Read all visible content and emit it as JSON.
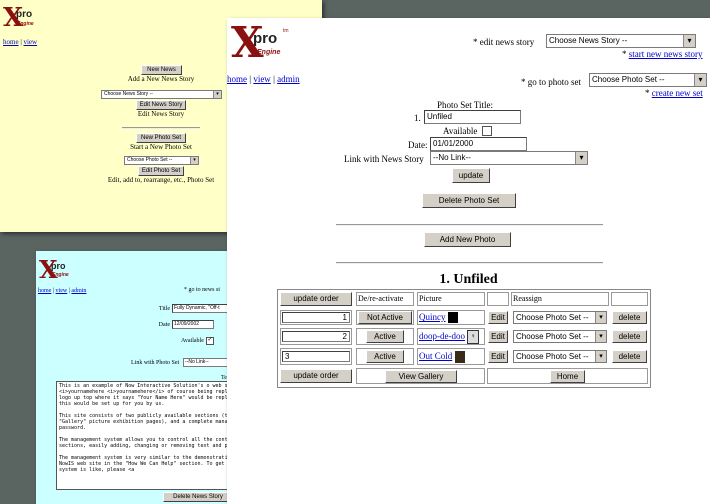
{
  "logo": {
    "x": "X",
    "pro": "pro",
    "tm": "tm",
    "engine": "Engine"
  },
  "win_yellow": {
    "nav": [
      "home",
      "view"
    ],
    "nav_sep": "|",
    "new_news_btn": "New News",
    "add_news_caption": "Add a New News Story",
    "news_select": "Choose News Story --",
    "edit_news_btn": "Edit News Story",
    "edit_news_caption": "Edit News Story",
    "new_photo_btn": "New Photo Set",
    "new_photo_caption": "Start a New Photo Set",
    "photo_select": "Choose Photo Set --",
    "edit_photo_btn": "Edit Photo Set",
    "edit_photo_caption": "Edit, add to, rearrange, etc., Photo Set"
  },
  "win_cyan": {
    "nav": [
      "home",
      "view",
      "admin"
    ],
    "nav_sep": "|",
    "go_news": "* go to news st",
    "title_label": "Title",
    "title_value": "Fully Dynamic, \"Off-t",
    "date_label": "Date",
    "date_value": "12/09/2002",
    "available_label": "Available",
    "link_photo_label": "Link with Photo Set",
    "link_photo_value": "--No Link--",
    "text_label": "Text",
    "body_text": "This is an example of Now Interactive Solution's o web site. The Site would be at www.<i>yournamehere <i>yournamehere</i> of course being replaced with your domain name. The logo up top where it says \"Your Name Here\" would be replaced with your name or logo. All this would be set up for you by us.\n\nThis site consists of two publicly available sections (the \"News\" front pages, and the \"Gallery\" picture exhibition pages), and a complete management system accessible through password.\n\nThe management system allows you to control all the content of the two publicly available sections, easily adding, changing or removing text and pictures.\n\nThe management system is very similar to the demonstration system we have set up on the NowIS web site in the \"How We Can Help\" section. To get a feel for what the management system is like, please <a",
    "delete_btn": "Delete News Story"
  },
  "win_main": {
    "edit_news_label": "* edit news story",
    "news_select": "Choose News Story --",
    "start_new_news": "start new news story",
    "nav": [
      "home",
      "view",
      "admin"
    ],
    "nav_sep": "|",
    "go_photo_label": "* go to photo set",
    "photo_select": "Choose Photo Set --",
    "create_new_set": "create new set",
    "title_label": "Photo Set Title:",
    "title_num": "1.",
    "title_value": "Unfiled",
    "available_label": "Available",
    "date_label": "Date:",
    "date_value": "01/01/2000",
    "link_news_label": "Link with News Story",
    "link_news_value": "--No Link--",
    "update_btn": "update",
    "delete_set_btn": "Delete Photo Set",
    "add_photo_btn": "Add New Photo",
    "section_title": "1. Unfiled",
    "table": {
      "headers": [
        "update order",
        "De/re-activate",
        "Picture",
        "",
        "Reassign",
        ""
      ],
      "rows": [
        {
          "order": "1",
          "activate": "Not Active",
          "picture": "Quincy",
          "edit": "Edit",
          "reassign": "Choose Photo Set --",
          "delete": "delete"
        },
        {
          "order": "2",
          "activate": "Active",
          "picture": "doop-de-doo",
          "edit": "Edit",
          "reassign": "Choose Photo Set --",
          "delete": "delete"
        },
        {
          "order": "3",
          "activate": "Active",
          "picture": "Out Cold",
          "edit": "Edit",
          "reassign": "Choose Photo Set --",
          "delete": "delete"
        }
      ],
      "footer": {
        "update": "update order",
        "gallery": "View Gallery",
        "home": "Home"
      }
    }
  },
  "colors": {
    "yellow_bg": "#ffffc8",
    "cyan_bg": "#ccffff",
    "desktop": "#5a6460",
    "logo_red": "#8b1010"
  }
}
